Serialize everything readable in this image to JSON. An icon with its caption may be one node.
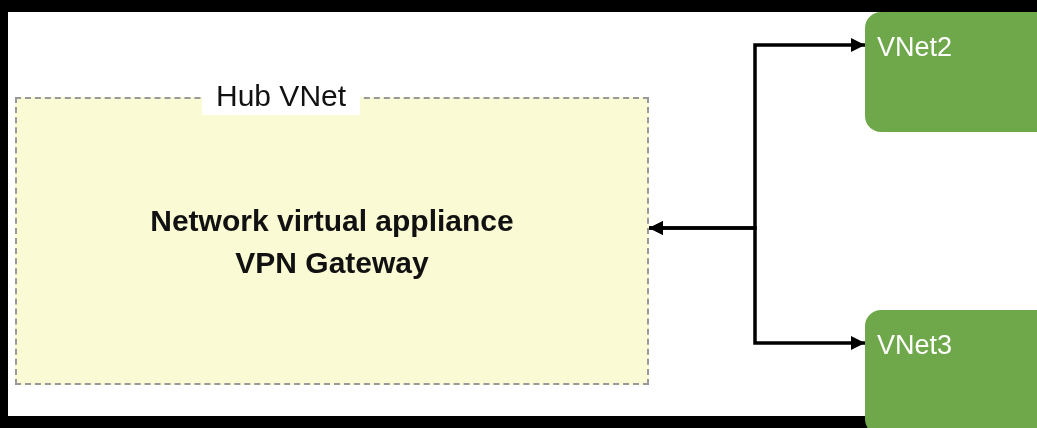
{
  "diagram": {
    "nodes": [
      {
        "text": [
          "Hub VNet",
          "Network virtual appliance",
          "VPN Gateway"
        ]
      },
      {
        "text": [
          "VNet2"
        ]
      },
      {
        "text": [
          "VNet3"
        ]
      }
    ],
    "edges": [
      {
        "from": 0,
        "to": 1,
        "arrow": "both"
      },
      {
        "from": 0,
        "to": 2,
        "arrow": "both"
      }
    ]
  }
}
